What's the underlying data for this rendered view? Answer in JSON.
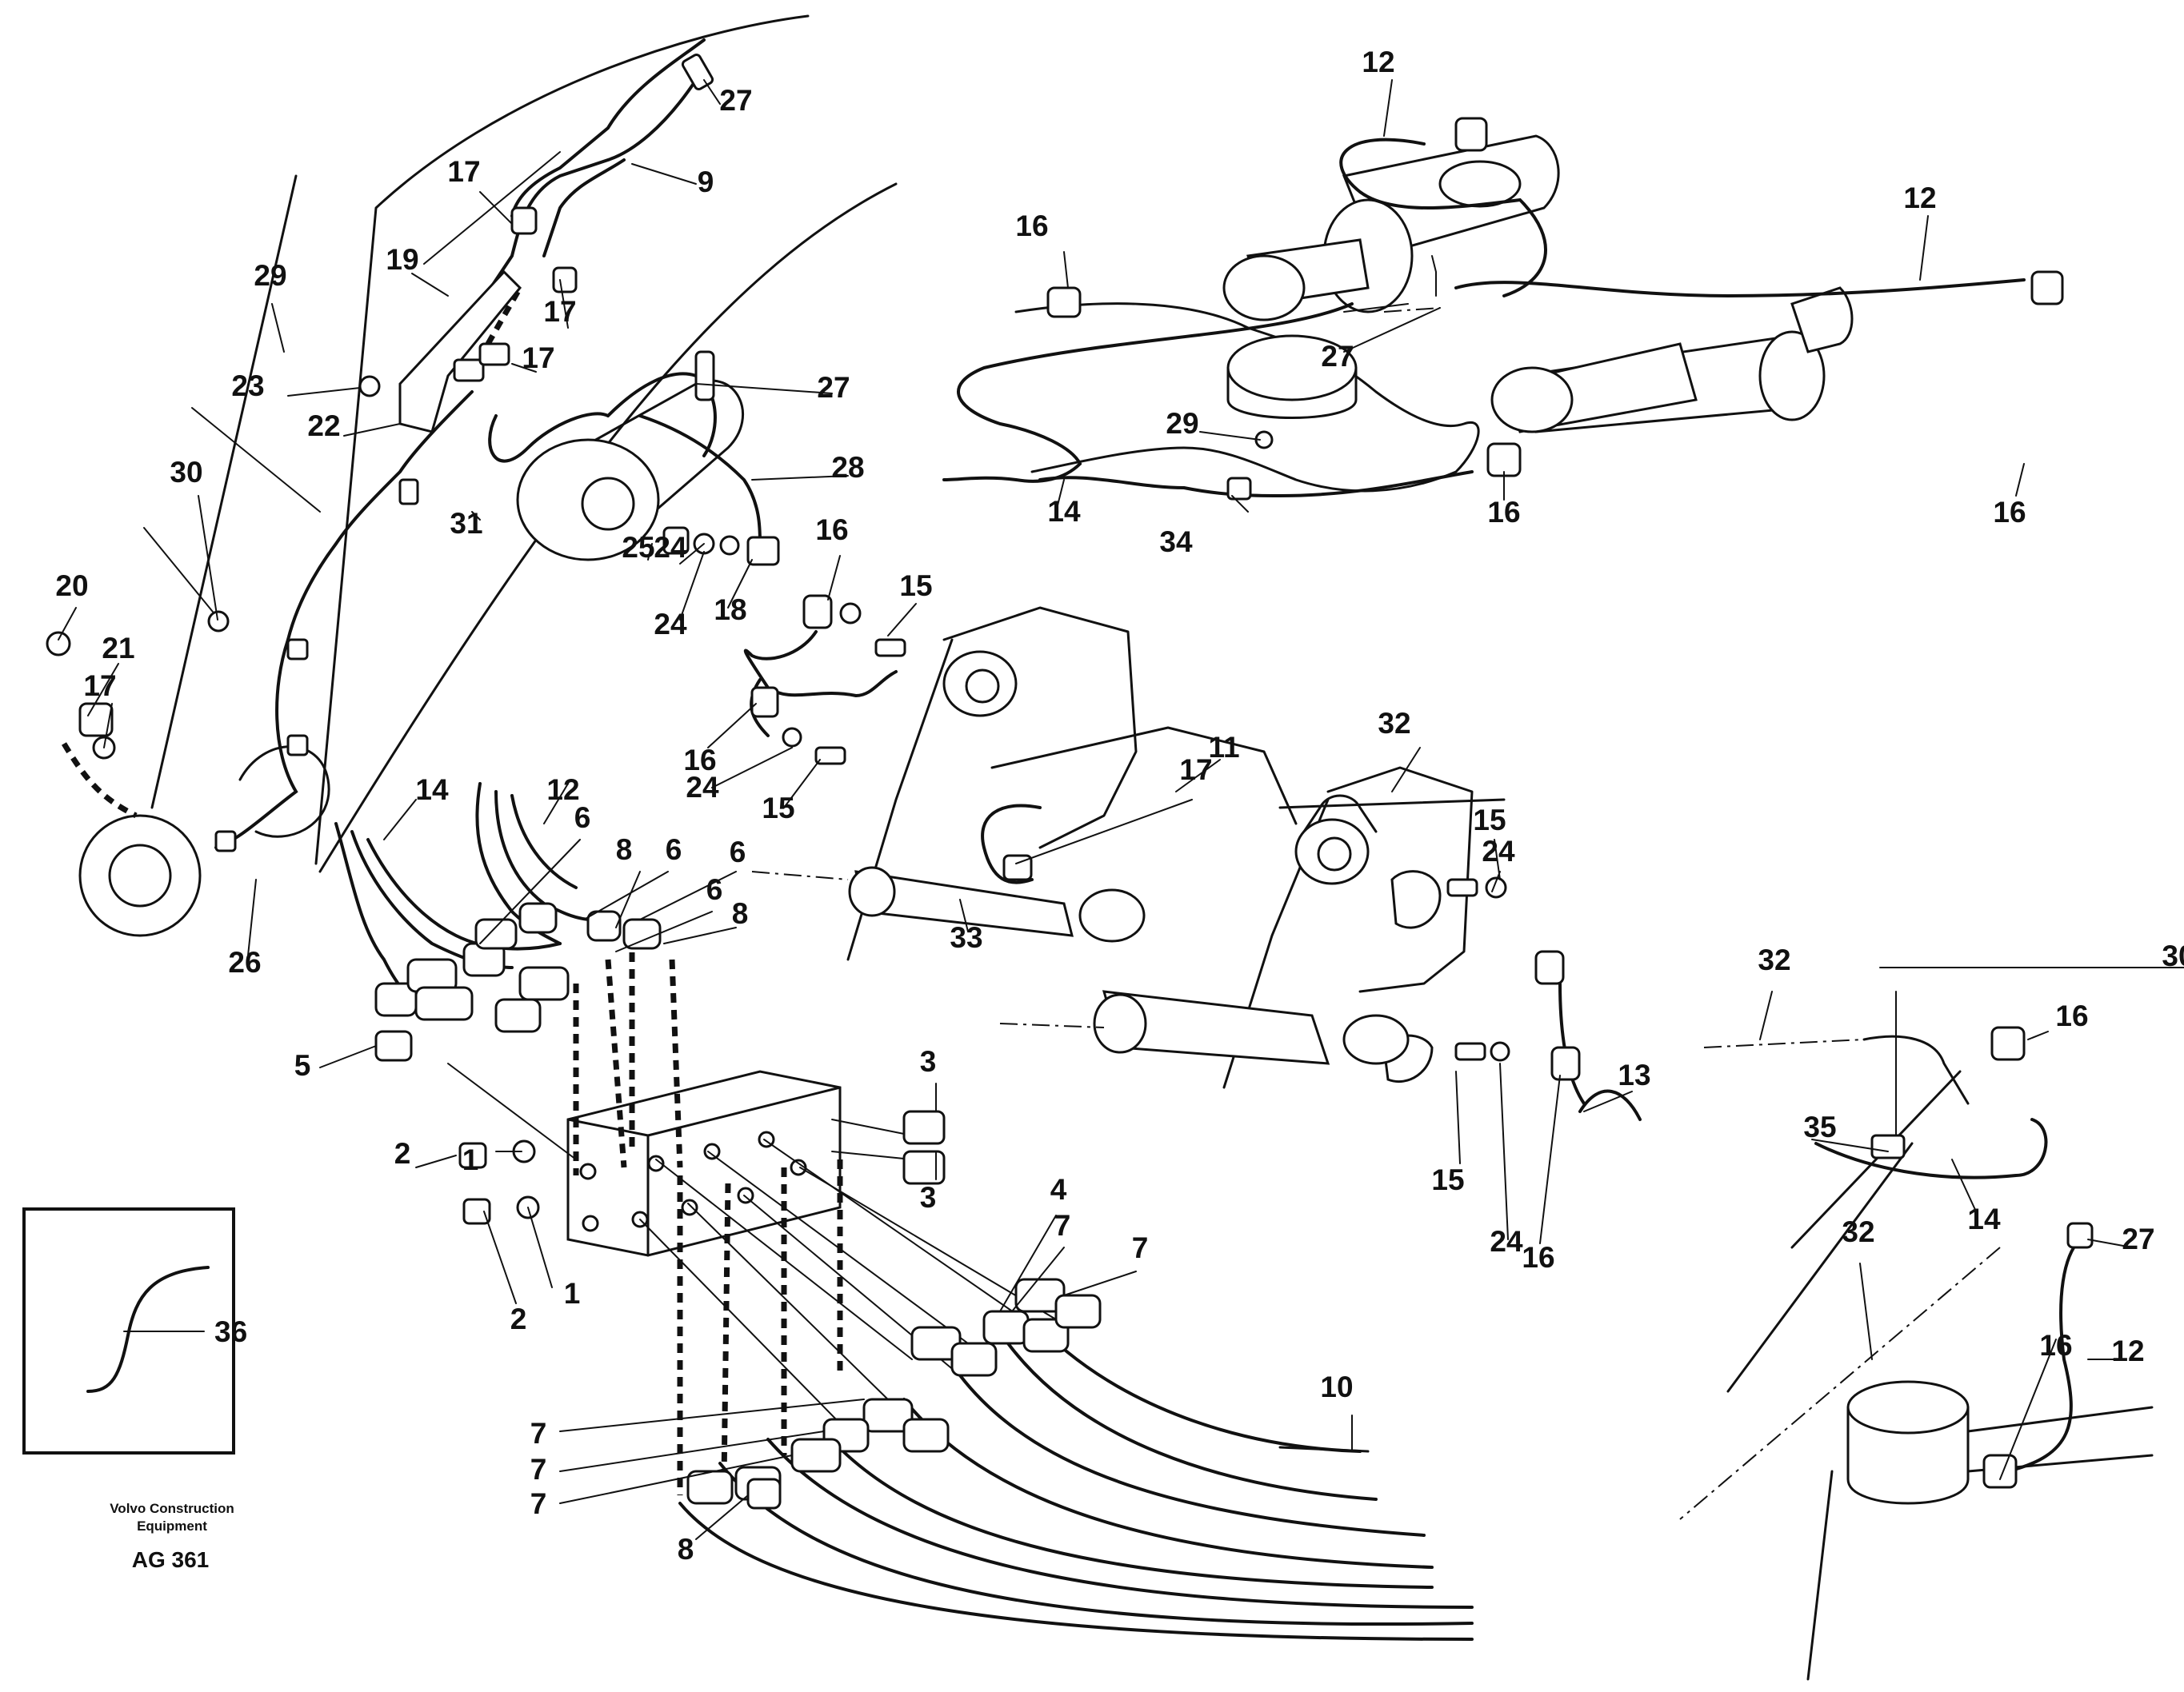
{
  "diagram": {
    "callouts": [
      "1",
      "2",
      "3",
      "4",
      "5",
      "6",
      "7",
      "8",
      "9",
      "10",
      "11",
      "12",
      "13",
      "14",
      "15",
      "16",
      "17",
      "18",
      "19",
      "20",
      "21",
      "22",
      "23",
      "24",
      "25",
      "26",
      "27",
      "28",
      "29",
      "30",
      "31",
      "32",
      "33",
      "34",
      "35",
      "36"
    ]
  },
  "legend": {
    "brand_line1": "Volvo Construction",
    "brand_line2": "Equipment",
    "drawing_code": "AG 361",
    "inset_label": "36"
  }
}
